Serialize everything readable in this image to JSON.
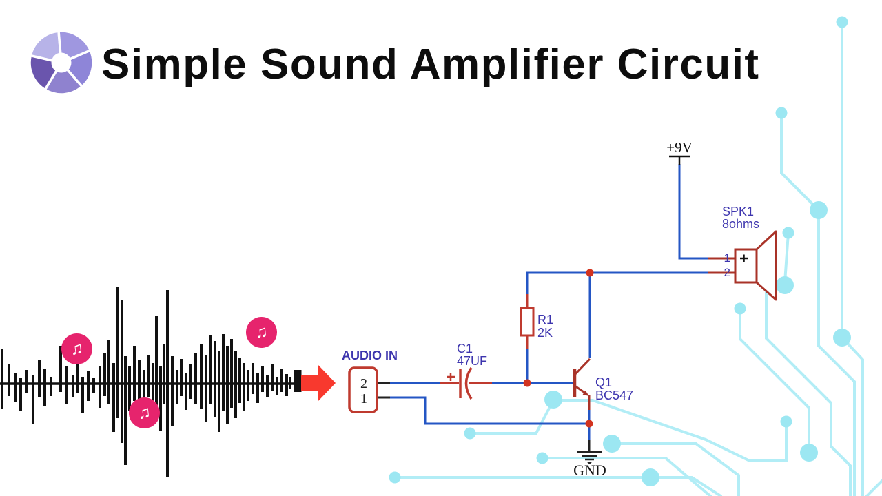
{
  "header": {
    "title": "Simple Sound Amplifier Circuit"
  },
  "waveform": {
    "music_note_icon": "♫"
  },
  "circuit": {
    "audio_in": {
      "label": "AUDIO IN",
      "pin_top": "2",
      "pin_bottom": "1"
    },
    "capacitor": {
      "ref": "C1",
      "value": "47UF",
      "polarity": "+"
    },
    "resistor": {
      "ref": "R1",
      "value": "2K"
    },
    "transistor": {
      "ref": "Q1",
      "value": "BC547"
    },
    "speaker": {
      "ref": "SPK1",
      "value": "8ohms",
      "pin_top": "1",
      "pin_bottom": "2",
      "polarity": "+"
    },
    "power": {
      "label": "+9V"
    },
    "ground": {
      "label": "GND"
    }
  },
  "colors": {
    "wire_blue": "#2456c4",
    "component_red": "#bf3a2f",
    "device_red": "#a93328",
    "junction_red": "#d2331f",
    "label_purple": "#3d35ae",
    "trace_cyan": "#b2edf6",
    "trace_dot_cyan": "#9ce7f2",
    "note_pink": "#e6246d",
    "arrow_red": "#f8392e",
    "bar_black": "#111111"
  }
}
